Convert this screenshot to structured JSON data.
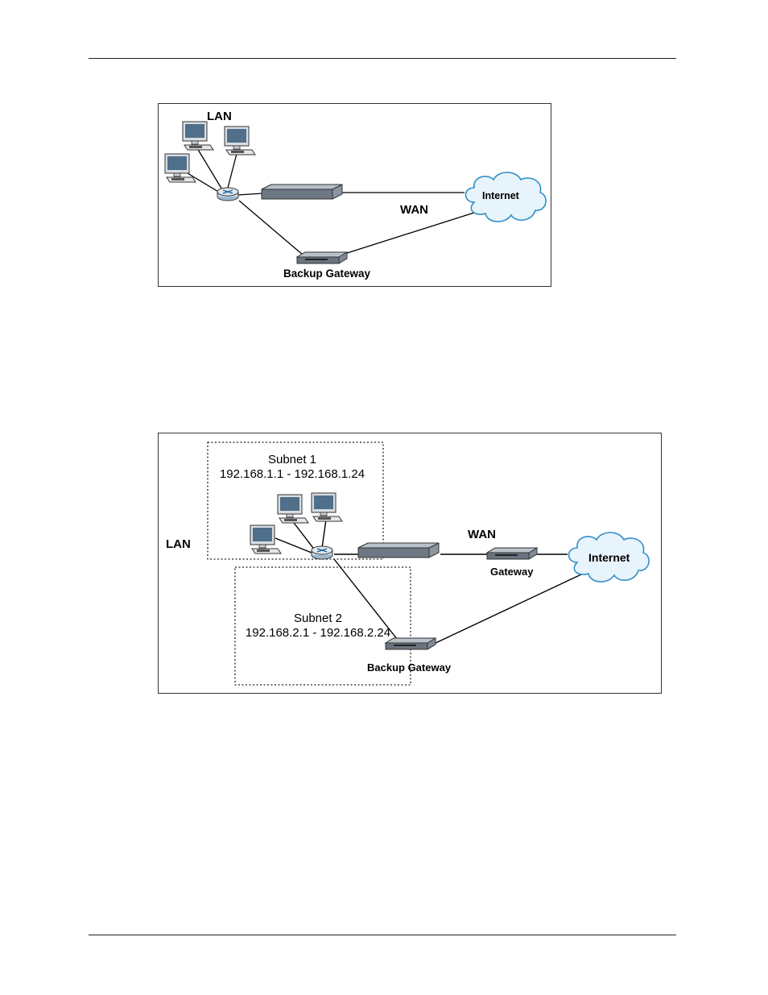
{
  "figure1": {
    "lan_label": "LAN",
    "wan_label": "WAN",
    "internet_label": "Internet",
    "backup_gateway_label": "Backup Gateway"
  },
  "figure2": {
    "lan_label": "LAN",
    "wan_label": "WAN",
    "internet_label": "Internet",
    "gateway_label": "Gateway",
    "backup_gateway_label": "Backup Gateway",
    "subnet1_name": "Subnet 1",
    "subnet1_range": "192.168.1.1 - 192.168.1.24",
    "subnet2_name": "Subnet 2",
    "subnet2_range": "192.168.2.1 - 192.168.2.24"
  },
  "colors": {
    "cloud_fill": "#e8f4fb",
    "cloud_stroke": "#2f8fc8",
    "monitor_screen": "#4f6f8a",
    "device_body": "#7f8a96",
    "router_body": "#c9d9e8"
  }
}
